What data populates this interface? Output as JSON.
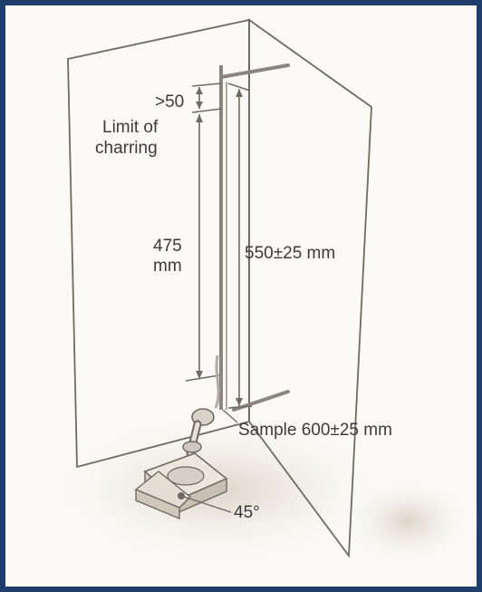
{
  "colors": {
    "border": "#1f3d6b",
    "panel_background": "#fbfaf6",
    "line": "#6f6a64",
    "rod": "#8a857e",
    "text": "#3b3b3b",
    "shadow": "#e2dbcf"
  },
  "labels": {
    "gt50": ">50",
    "limit_line1": "Limit of",
    "limit_line2": "charring",
    "dim475_line1": "475",
    "dim475_line2": "mm",
    "dim550": "550±25 mm",
    "sample": "Sample 600±25 mm",
    "angle": "45°"
  }
}
